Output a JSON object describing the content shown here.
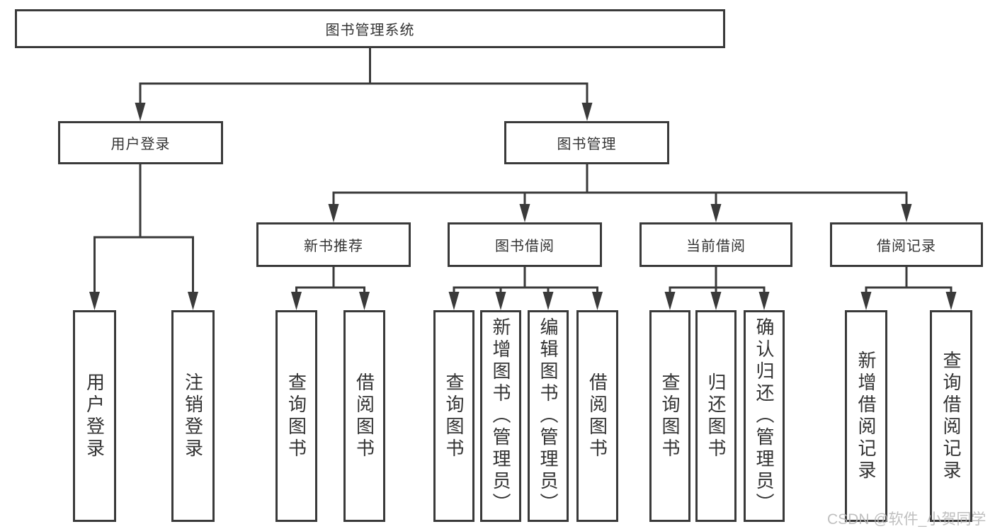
{
  "tree": {
    "root": {
      "label": "图书管理系统"
    },
    "level2": [
      {
        "label": "用户登录"
      },
      {
        "label": "图书管理"
      }
    ],
    "level3": [
      {
        "label": "新书推荐"
      },
      {
        "label": "图书借阅"
      },
      {
        "label": "当前借阅"
      },
      {
        "label": "借阅记录"
      }
    ],
    "leaves": {
      "user_login": [
        {
          "label": "用户登录"
        },
        {
          "label": "注销登录"
        }
      ],
      "new_books": [
        {
          "label": "查询图书"
        },
        {
          "label": "借阅图书"
        }
      ],
      "borrowing": [
        {
          "label": "查询图书"
        },
        {
          "label": "新增图书（管理员）"
        },
        {
          "label": "编辑图书（管理员）"
        },
        {
          "label": "借阅图书"
        }
      ],
      "current": [
        {
          "label": "查询图书"
        },
        {
          "label": "归还图书"
        },
        {
          "label": "确认归还（管理员）"
        }
      ],
      "records": [
        {
          "label": "新增借阅记录"
        },
        {
          "label": "查询借阅记录"
        }
      ]
    }
  },
  "watermark": "CSDN @软件_小贺同学",
  "colors": {
    "line": "#3a3a3a",
    "text": "#333333",
    "watermark": "#b5b5b5",
    "background": "#ffffff"
  }
}
